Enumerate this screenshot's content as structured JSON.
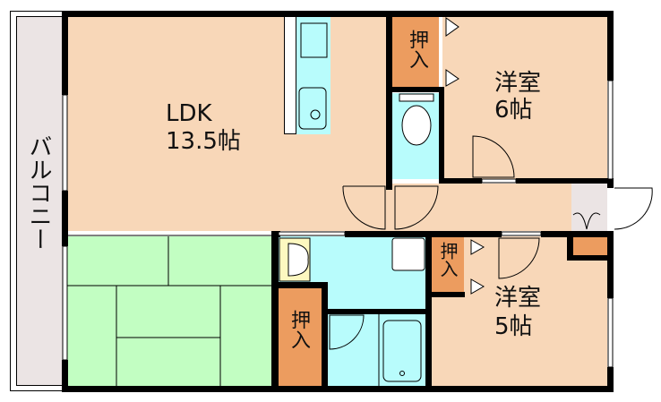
{
  "floor_plan": {
    "colors": {
      "room_floor": "#f8d7b8",
      "tatami": "#c2fec2",
      "wet_area": "#b8fcfc",
      "closet": "#ec9c5f",
      "balcony": "#ebe4e4",
      "entrance": "#ebe4e4",
      "vanity": "#fdf8c0",
      "wall": "#000000"
    },
    "rooms": [
      {
        "id": "balcony",
        "label": "バルコニー"
      },
      {
        "id": "ldk",
        "label": "LDK",
        "size": "13.5帖"
      },
      {
        "id": "western_room_1",
        "label": "洋室",
        "size": "6帖"
      },
      {
        "id": "western_room_2",
        "label": "洋室",
        "size": "5帖"
      },
      {
        "id": "washitsu",
        "label": ""
      },
      {
        "id": "closet_top",
        "label": "押入"
      },
      {
        "id": "closet_mid",
        "label": "押入"
      },
      {
        "id": "closet_bottom",
        "label": "押入"
      },
      {
        "id": "toilet",
        "label": ""
      },
      {
        "id": "washroom",
        "label": ""
      },
      {
        "id": "bathroom",
        "label": ""
      },
      {
        "id": "entrance",
        "label": ""
      }
    ]
  }
}
